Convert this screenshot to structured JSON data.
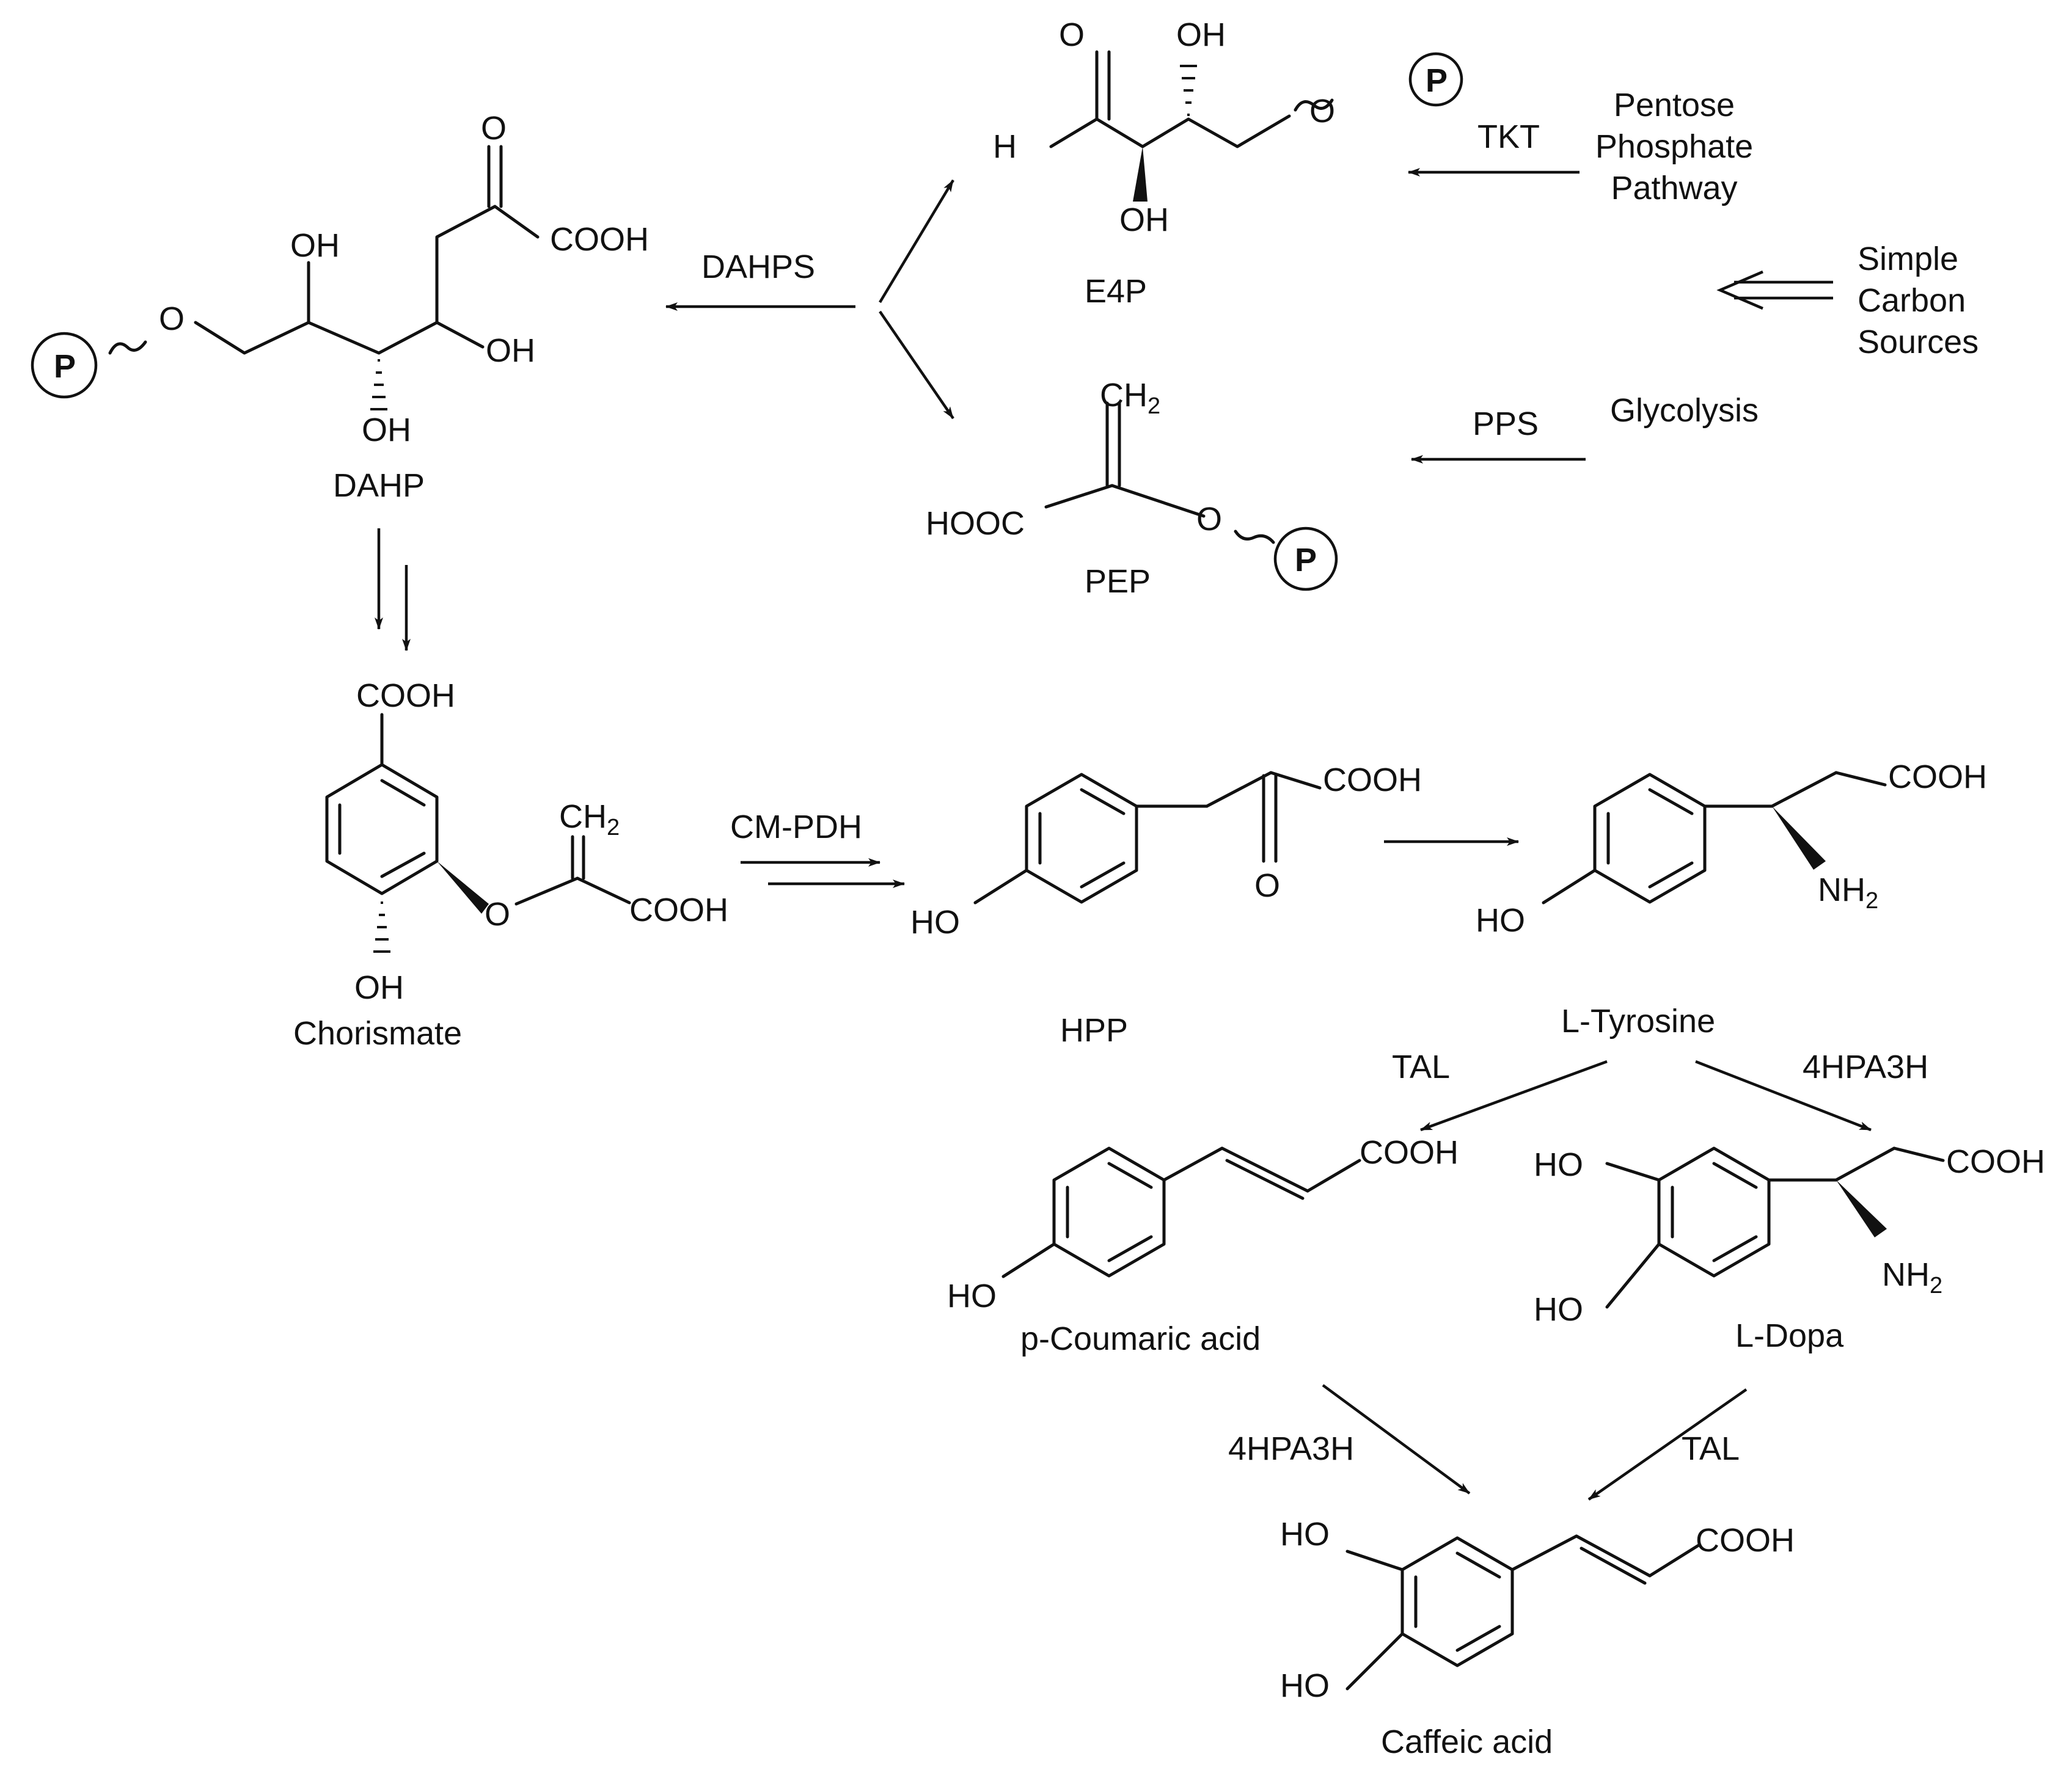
{
  "compounds": {
    "e4p": "E4P",
    "pep": "PEP",
    "dahp": "DAHP",
    "chorismate": "Chorismate",
    "hpp": "HPP",
    "tyrosine": "L-Tyrosine",
    "coumaric": "p-Coumaric acid",
    "dopa": "L-Dopa",
    "caffeic": "Caffeic acid"
  },
  "enzymes": {
    "tkt": "TKT",
    "pps": "PPS",
    "dahps": "DAHPS",
    "cm_pdh": "CM-PDH",
    "tal_1": "TAL",
    "hpa3h_1": "4HPA3H",
    "hpa3h_2": "4HPA3H",
    "tal_2": "TAL"
  },
  "sources": {
    "ppp_line1": "Pentose",
    "ppp_line2": "Phosphate",
    "ppp_line3": "Pathway",
    "simple_line1": "Simple",
    "simple_line2": "Carbon",
    "simple_line3": "Sources",
    "glycolysis": "Glycolysis"
  },
  "atoms": {
    "O": "O",
    "H": "H",
    "OH": "OH",
    "HO": "HO",
    "COOH": "COOH",
    "HOOC": "HOOC",
    "CH": "CH",
    "NH": "NH",
    "sub2": "2",
    "P": "P"
  }
}
